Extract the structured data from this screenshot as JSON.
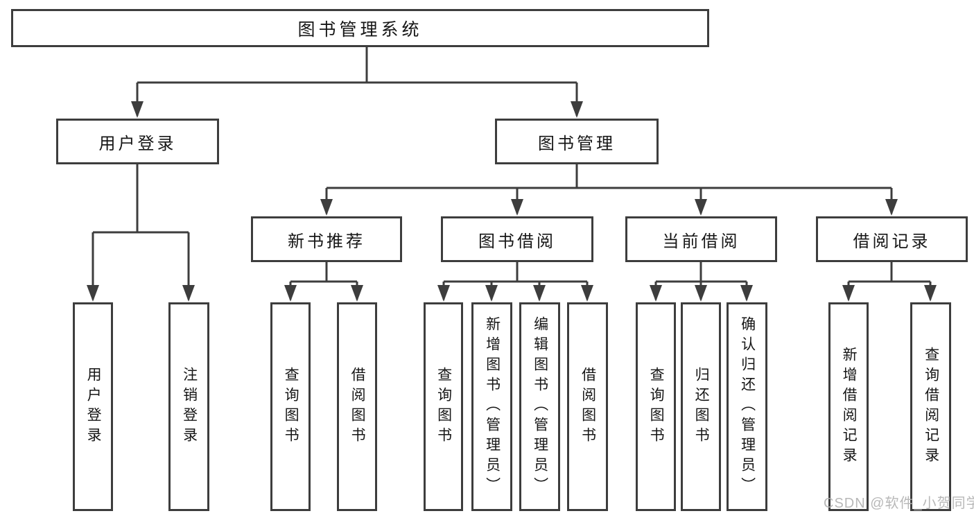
{
  "tree": {
    "label": "图书管理系统",
    "children": [
      {
        "label": "用户登录",
        "children": [
          {
            "label": "用户登录"
          },
          {
            "label": "注销登录"
          }
        ]
      },
      {
        "label": "图书管理",
        "children": [
          {
            "label": "新书推荐",
            "children": [
              {
                "label": "查询图书"
              },
              {
                "label": "借阅图书"
              }
            ]
          },
          {
            "label": "图书借阅",
            "children": [
              {
                "label": "查询图书"
              },
              {
                "label": "新增图书（管理员）"
              },
              {
                "label": "编辑图书（管理员）"
              },
              {
                "label": "借阅图书"
              }
            ]
          },
          {
            "label": "当前借阅",
            "children": [
              {
                "label": "查询图书"
              },
              {
                "label": "归还图书"
              },
              {
                "label": "确认归还（管理员）"
              }
            ]
          },
          {
            "label": "借阅记录",
            "children": [
              {
                "label": "新增借阅记录"
              },
              {
                "label": "查询借阅记录"
              }
            ]
          }
        ]
      }
    ]
  },
  "watermark": "CSDN @软件_小贺同学",
  "colors": {
    "line": "#3d3d3d",
    "text": "#161616",
    "background": "#ffffff",
    "watermark": "#b2b2b2"
  }
}
